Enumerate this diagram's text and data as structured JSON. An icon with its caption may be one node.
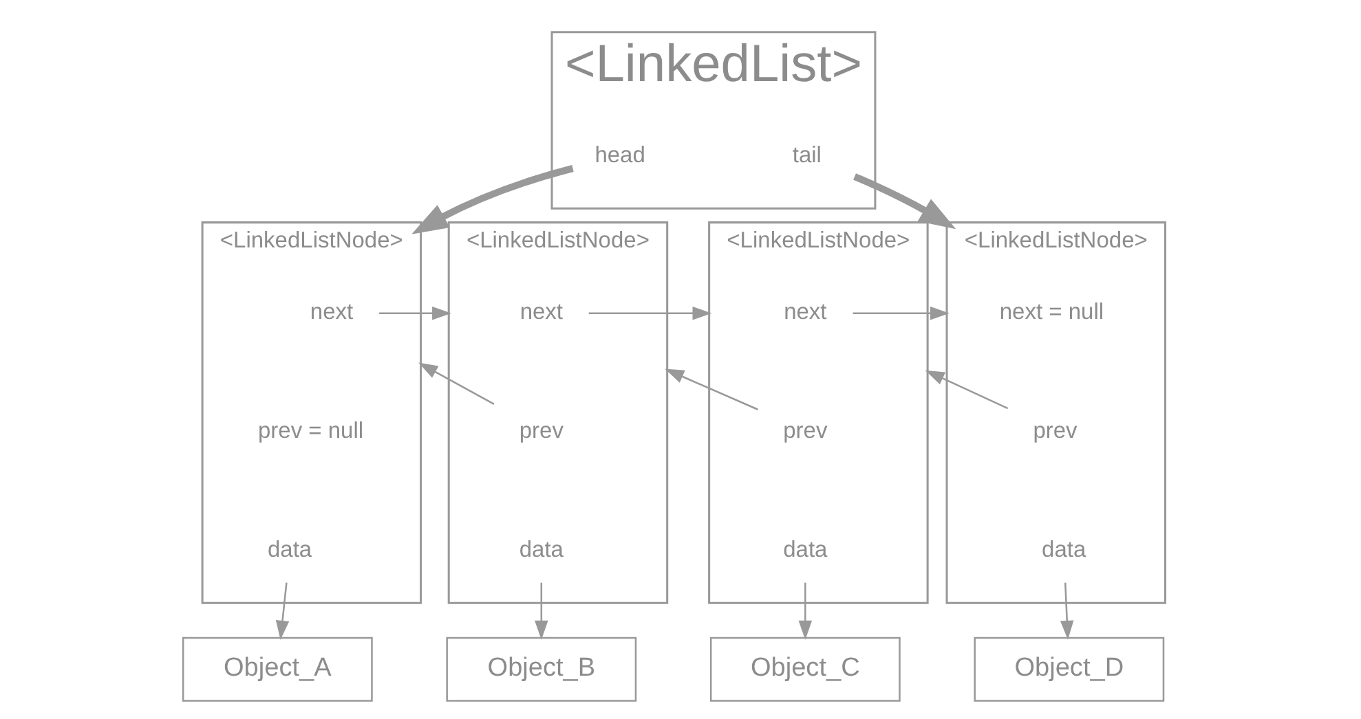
{
  "diagram": {
    "nodes": [
      {
        "text": [
          "<LinkedList>"
        ]
      },
      {
        "text": [
          "head"
        ],
        "in": 0
      },
      {
        "text": [
          "tail"
        ],
        "in": 0
      },
      {
        "text": [
          "<LinkedListNode>"
        ]
      },
      {
        "text": [
          "next"
        ],
        "in": 3
      },
      {
        "text": [
          "prev = null"
        ],
        "in": 3
      },
      {
        "text": [
          "data"
        ],
        "in": 3
      },
      {
        "text": [
          "<LinkedListNode>"
        ]
      },
      {
        "text": [
          "next"
        ],
        "in": 7
      },
      {
        "text": [
          "prev"
        ],
        "in": 7
      },
      {
        "text": [
          "data"
        ],
        "in": 7
      },
      {
        "text": [
          "<LinkedListNode>"
        ]
      },
      {
        "text": [
          "next"
        ],
        "in": 11
      },
      {
        "text": [
          "prev"
        ],
        "in": 11
      },
      {
        "text": [
          "data"
        ],
        "in": 11
      },
      {
        "text": [
          "<LinkedListNode>"
        ]
      },
      {
        "text": [
          "next = null"
        ],
        "in": 15
      },
      {
        "text": [
          "prev"
        ],
        "in": 15
      },
      {
        "text": [
          "data"
        ],
        "in": 15
      },
      {
        "text": [
          "Object_A"
        ]
      },
      {
        "text": [
          "Object_B"
        ]
      },
      {
        "text": [
          "Object_C"
        ]
      },
      {
        "text": [
          "Object_D"
        ]
      }
    ],
    "edges": [
      {
        "from": 1,
        "to": 3,
        "arrow": "to",
        "style": "thick"
      },
      {
        "from": 2,
        "to": 15,
        "arrow": "to",
        "style": "thick"
      },
      {
        "from": 4,
        "to": 7,
        "arrow": "to"
      },
      {
        "from": 8,
        "to": 11,
        "arrow": "to"
      },
      {
        "from": 12,
        "to": 15,
        "arrow": "to"
      },
      {
        "from": 9,
        "to": 3,
        "arrow": "to"
      },
      {
        "from": 13,
        "to": 7,
        "arrow": "to"
      },
      {
        "from": 17,
        "to": 11,
        "arrow": "to"
      },
      {
        "from": 6,
        "to": 19,
        "arrow": "to"
      },
      {
        "from": 10,
        "to": 20,
        "arrow": "to"
      },
      {
        "from": 14,
        "to": 21,
        "arrow": "to"
      },
      {
        "from": 18,
        "to": 22,
        "arrow": "to"
      }
    ]
  }
}
